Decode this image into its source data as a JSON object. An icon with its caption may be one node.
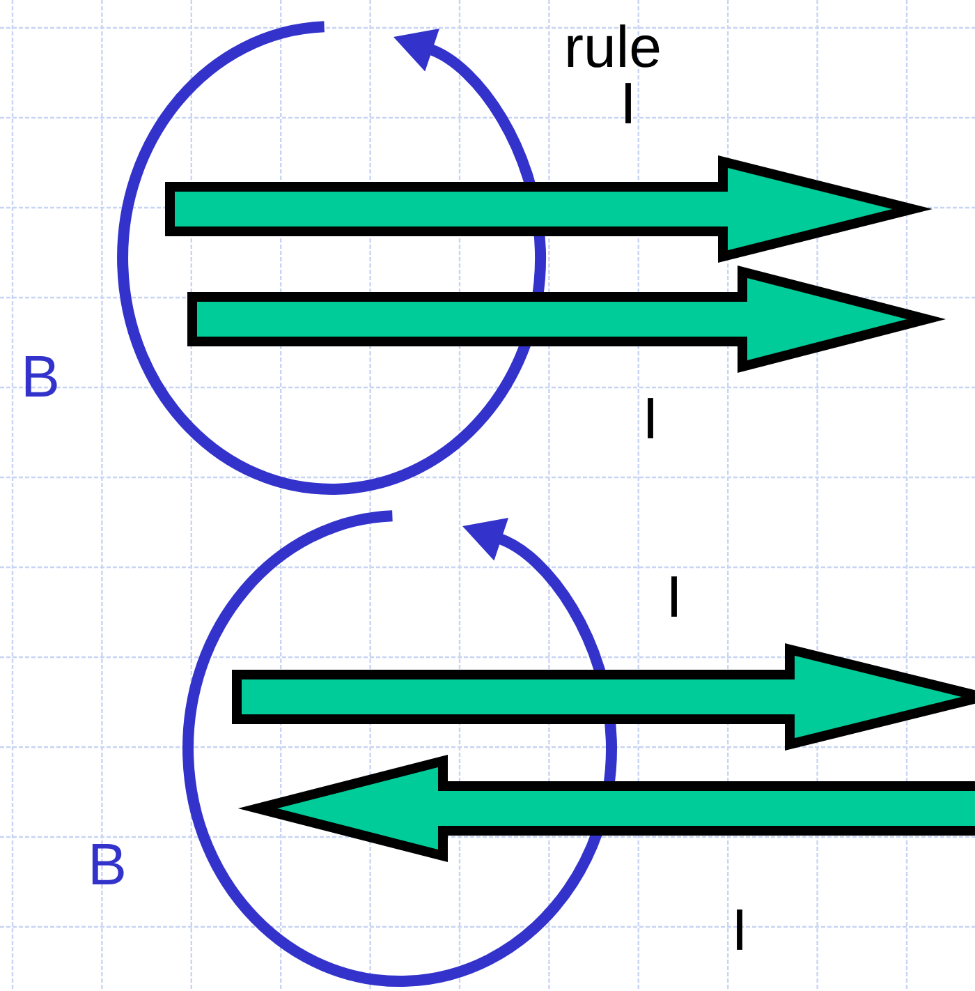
{
  "diagram": {
    "labels": [
      "rule",
      "I",
      "B",
      "I",
      "I",
      "B",
      "I"
    ]
  }
}
